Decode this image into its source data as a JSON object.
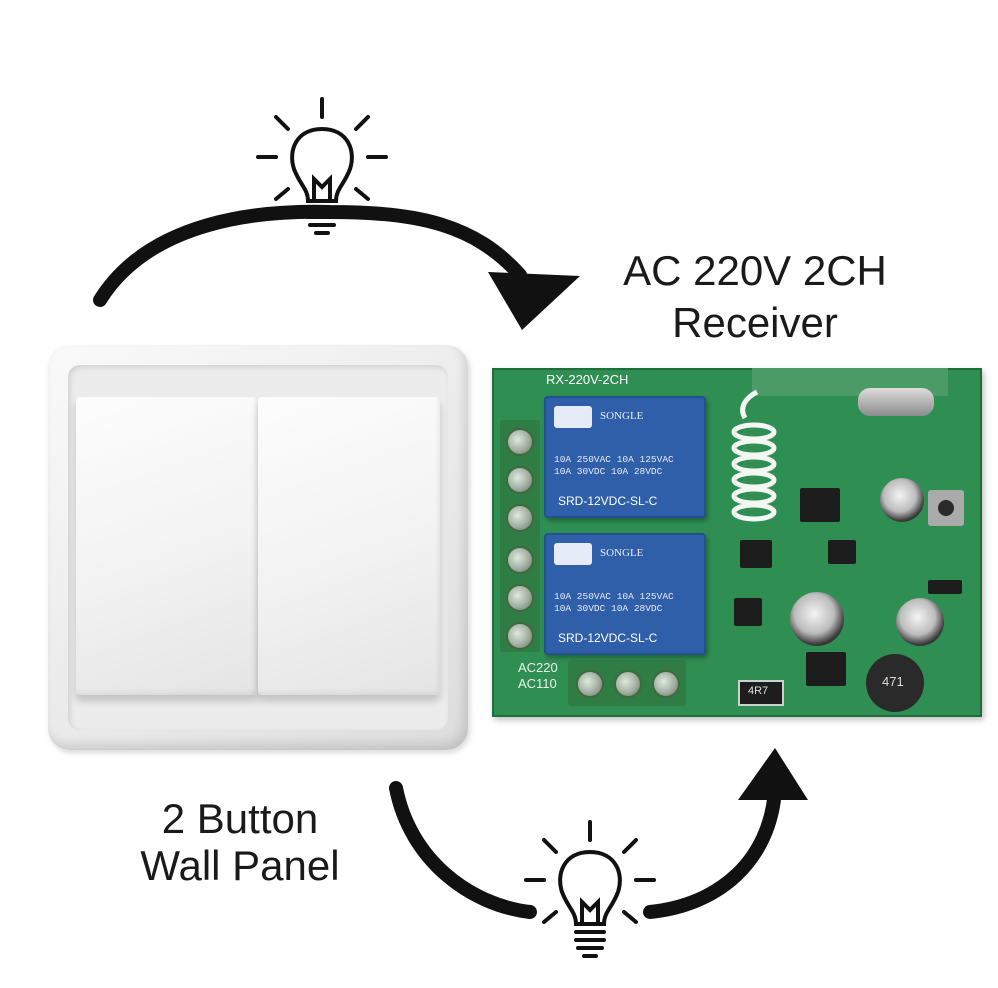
{
  "receiver": {
    "title": "AC 220V 2CH",
    "subtitle": "Receiver",
    "board_label": "RX-220V-2CH",
    "ac_label_1": "AC220",
    "ac_label_2": "AC110",
    "relays": [
      {
        "brand": "SONGLE",
        "spec_1": "10A 250VAC  10A 125VAC",
        "spec_2": "10A  30VDC  10A  28VDC",
        "model": "SRD-12VDC-SL-C"
      },
      {
        "brand": "SONGLE",
        "spec_1": "10A 250VAC  10A 125VAC",
        "spec_2": "10A  30VDC  10A  28VDC",
        "model": "SRD-12VDC-SL-C"
      }
    ],
    "resistor_label": "4R7",
    "inductor_label": "471"
  },
  "panel": {
    "title": "2 Button",
    "subtitle": "Wall Panel"
  },
  "colors": {
    "arrow": "#111111",
    "board": "#2f8f53",
    "relay": "#2f5fa8",
    "panel": "#f2f2f2"
  }
}
